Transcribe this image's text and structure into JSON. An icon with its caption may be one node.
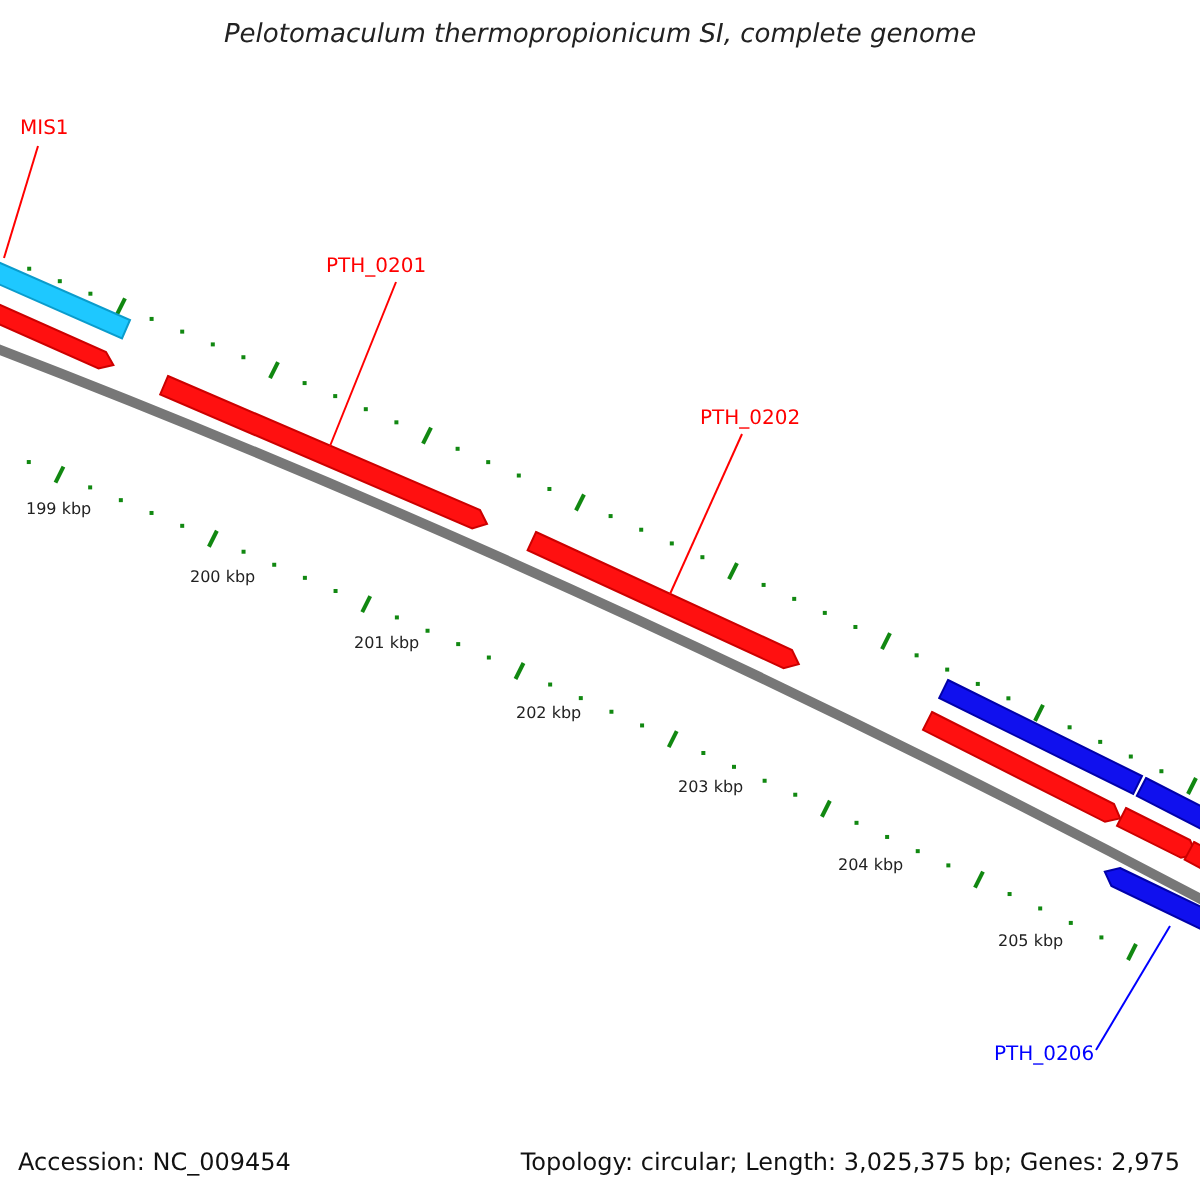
{
  "diagram": {
    "title": "Pelotomaculum thermopropionicum SI, complete genome",
    "nodes": [
      {
        "text": [
          "MIS1"
        ]
      },
      {
        "text": [],
        "shape": "bar"
      },
      {
        "text": [
          "PTH_0201"
        ]
      },
      {
        "text": [],
        "shape": "bar"
      },
      {
        "text": [
          "PTH_0202"
        ]
      },
      {
        "text": [],
        "shape": "bar"
      },
      {
        "text": [
          "PTH_0206"
        ]
      },
      {
        "text": [],
        "shape": "bar"
      }
    ],
    "edges": [
      {
        "from": 0,
        "to": 1,
        "arrow": "none"
      },
      {
        "from": 2,
        "to": 3,
        "arrow": "none"
      },
      {
        "from": 4,
        "to": 5,
        "arrow": "none"
      },
      {
        "from": 6,
        "to": 7,
        "arrow": "none",
        "color": "#0000ff"
      }
    ],
    "labels": [
      "199 kbp",
      "200 kbp",
      "201 kbp",
      "202 kbp",
      "203 kbp",
      "204 kbp",
      "205 kbp",
      "Accession: NC_009454",
      "Topology: circular; Length: 3,025,375 bp; Genes: 2,975"
    ]
  }
}
